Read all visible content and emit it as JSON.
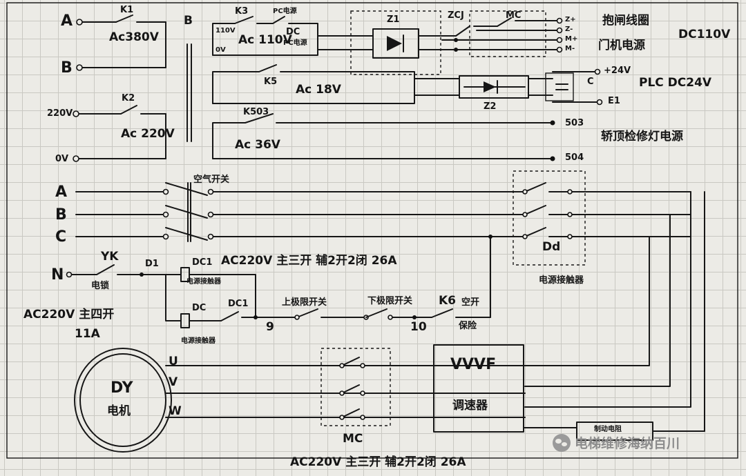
{
  "labels": {
    "a_top": "A",
    "b_top": "B",
    "v220": "220V",
    "v0": "0V",
    "k1": "K1",
    "ac380": "Ac380V",
    "k2": "K2",
    "ac220": "Ac 220V",
    "b_bar": "B",
    "v110": "110V",
    "v0_small": "0V",
    "k3": "K3",
    "pc_top": "PC电源",
    "ac110": "Ac 110V",
    "dc": "DC",
    "pc_mid": "PC电源",
    "z1": "Z1",
    "zcj": "ZCJ",
    "mc_top": "MC",
    "z_plus": "Z+",
    "z_minus": "Z-",
    "m_plus": "M+",
    "m_minus": "M-",
    "brake_line1": "抱闸线圈",
    "brake_line2": "门机电源",
    "dc110": "DC110V",
    "k5": "K5",
    "ac18": "Ac 18V",
    "z2": "Z2",
    "plus24": "+24V",
    "c_cap": "C",
    "e1": "E1",
    "plc24": "PLC DC24V",
    "k503": "K503",
    "ac36": "Ac 36V",
    "n503": "503",
    "n504": "504",
    "car_light": "轿顶检修灯电源",
    "phase_a": "A",
    "phase_b": "B",
    "phase_c": "C",
    "air_switch": "空气开关",
    "n_line": "N",
    "yk": "YK",
    "lock": "电锁",
    "d1": "D1",
    "dc1_top": "DC1",
    "dc1_sub": "电源接触器",
    "dc_low": "DC",
    "dc_low_sub": "电源接触器",
    "dc1_contact": "DC1",
    "ac220_main": "AC220V 主三开 辅2开2闭 26A",
    "ac220_left1": "AC220V 主四开",
    "ac220_left2": "11A",
    "n9": "9",
    "upper_limit": "上极限开关",
    "lower_limit": "下极限开关",
    "n10": "10",
    "k6": "K6",
    "k6_air": "空开",
    "k6_fuse": "保险",
    "dd": "Dd",
    "power_contactor": "电源接触器",
    "u": "U",
    "v": "V",
    "w": "W",
    "dy": "DY",
    "motor": "电机",
    "mc_bottom": "MC",
    "vvvf": "VVVF",
    "speed_ctrl": "调速器",
    "brake_res": "制动电阻",
    "bottom_spec": "AC220V 主三开 辅2开2闭 26A"
  },
  "watermark": {
    "icon": "wechat-icon",
    "text": "电梯维修海纳百川"
  }
}
